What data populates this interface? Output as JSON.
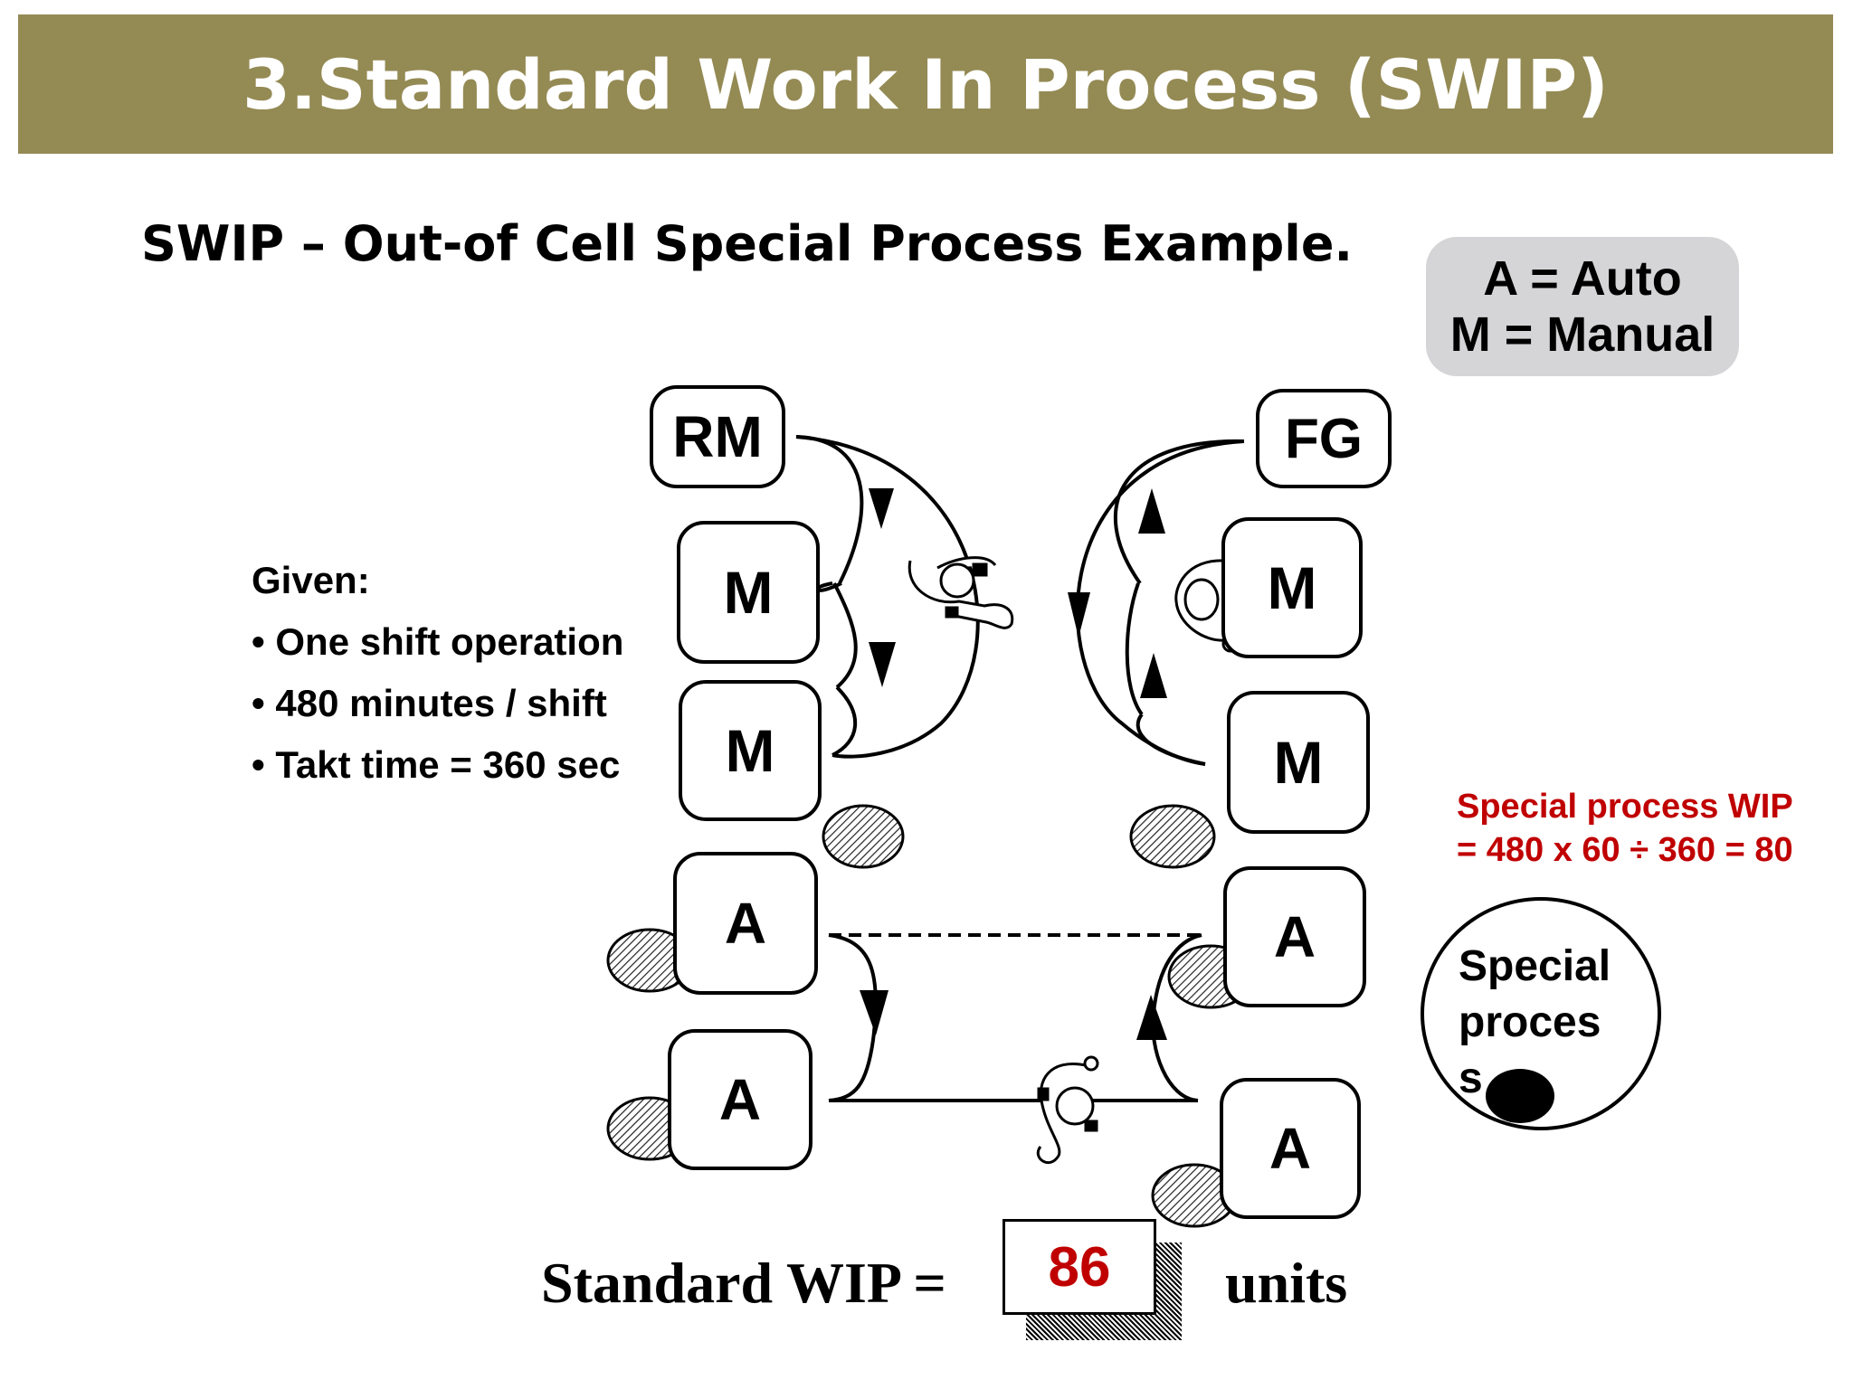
{
  "header": {
    "title": "3.Standard Work In Process (SWIP)"
  },
  "subtitle": "SWIP – Out-of Cell Special Process Example.",
  "legend": {
    "auto": "A = Auto",
    "manual": "M = Manual"
  },
  "given": {
    "heading": "Given:",
    "items": [
      "• One shift operation",
      "• 480 minutes / shift",
      "• Takt time = 360 sec"
    ]
  },
  "stations": {
    "raw_material": "RM",
    "finished_goods": "FG",
    "left_manual_1": "M",
    "left_manual_2": "M",
    "left_auto_1": "A",
    "left_auto_2": "A",
    "right_manual_1": "M",
    "right_manual_2": "M",
    "right_auto_1": "A",
    "right_auto_2": "A"
  },
  "special_process": {
    "wip_line1": "Special process WIP",
    "wip_line2": "= 480 x 60 ÷ 360 = 80",
    "label_line1": "Special",
    "label_line2": "proces",
    "label_line3": "s"
  },
  "standard_wip": {
    "label": "Standard WIP =",
    "value": "86",
    "unit": "units"
  },
  "colors": {
    "banner": "#948a54",
    "highlight": "#c00000",
    "legend_bg": "#d5d5d7"
  }
}
